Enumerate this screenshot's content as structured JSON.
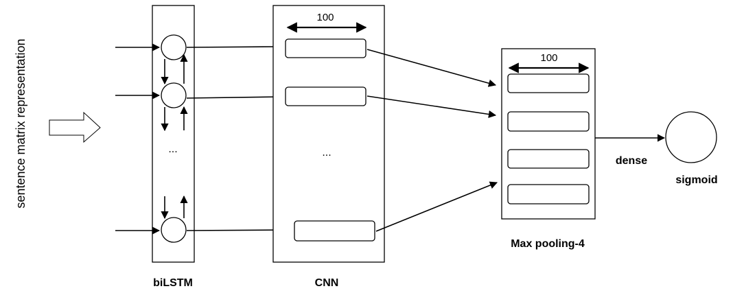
{
  "input_label": "sentence matrix representation",
  "bilstm_label": "biLSTM",
  "cnn_label": "CNN",
  "cnn_dim": "100",
  "pool_label": "Max pooling-4",
  "pool_dim": "100",
  "dense_label": "dense",
  "sigmoid_label": "sigmoid",
  "ellipsis_lstm": "...",
  "ellipsis_cnn": "..."
}
